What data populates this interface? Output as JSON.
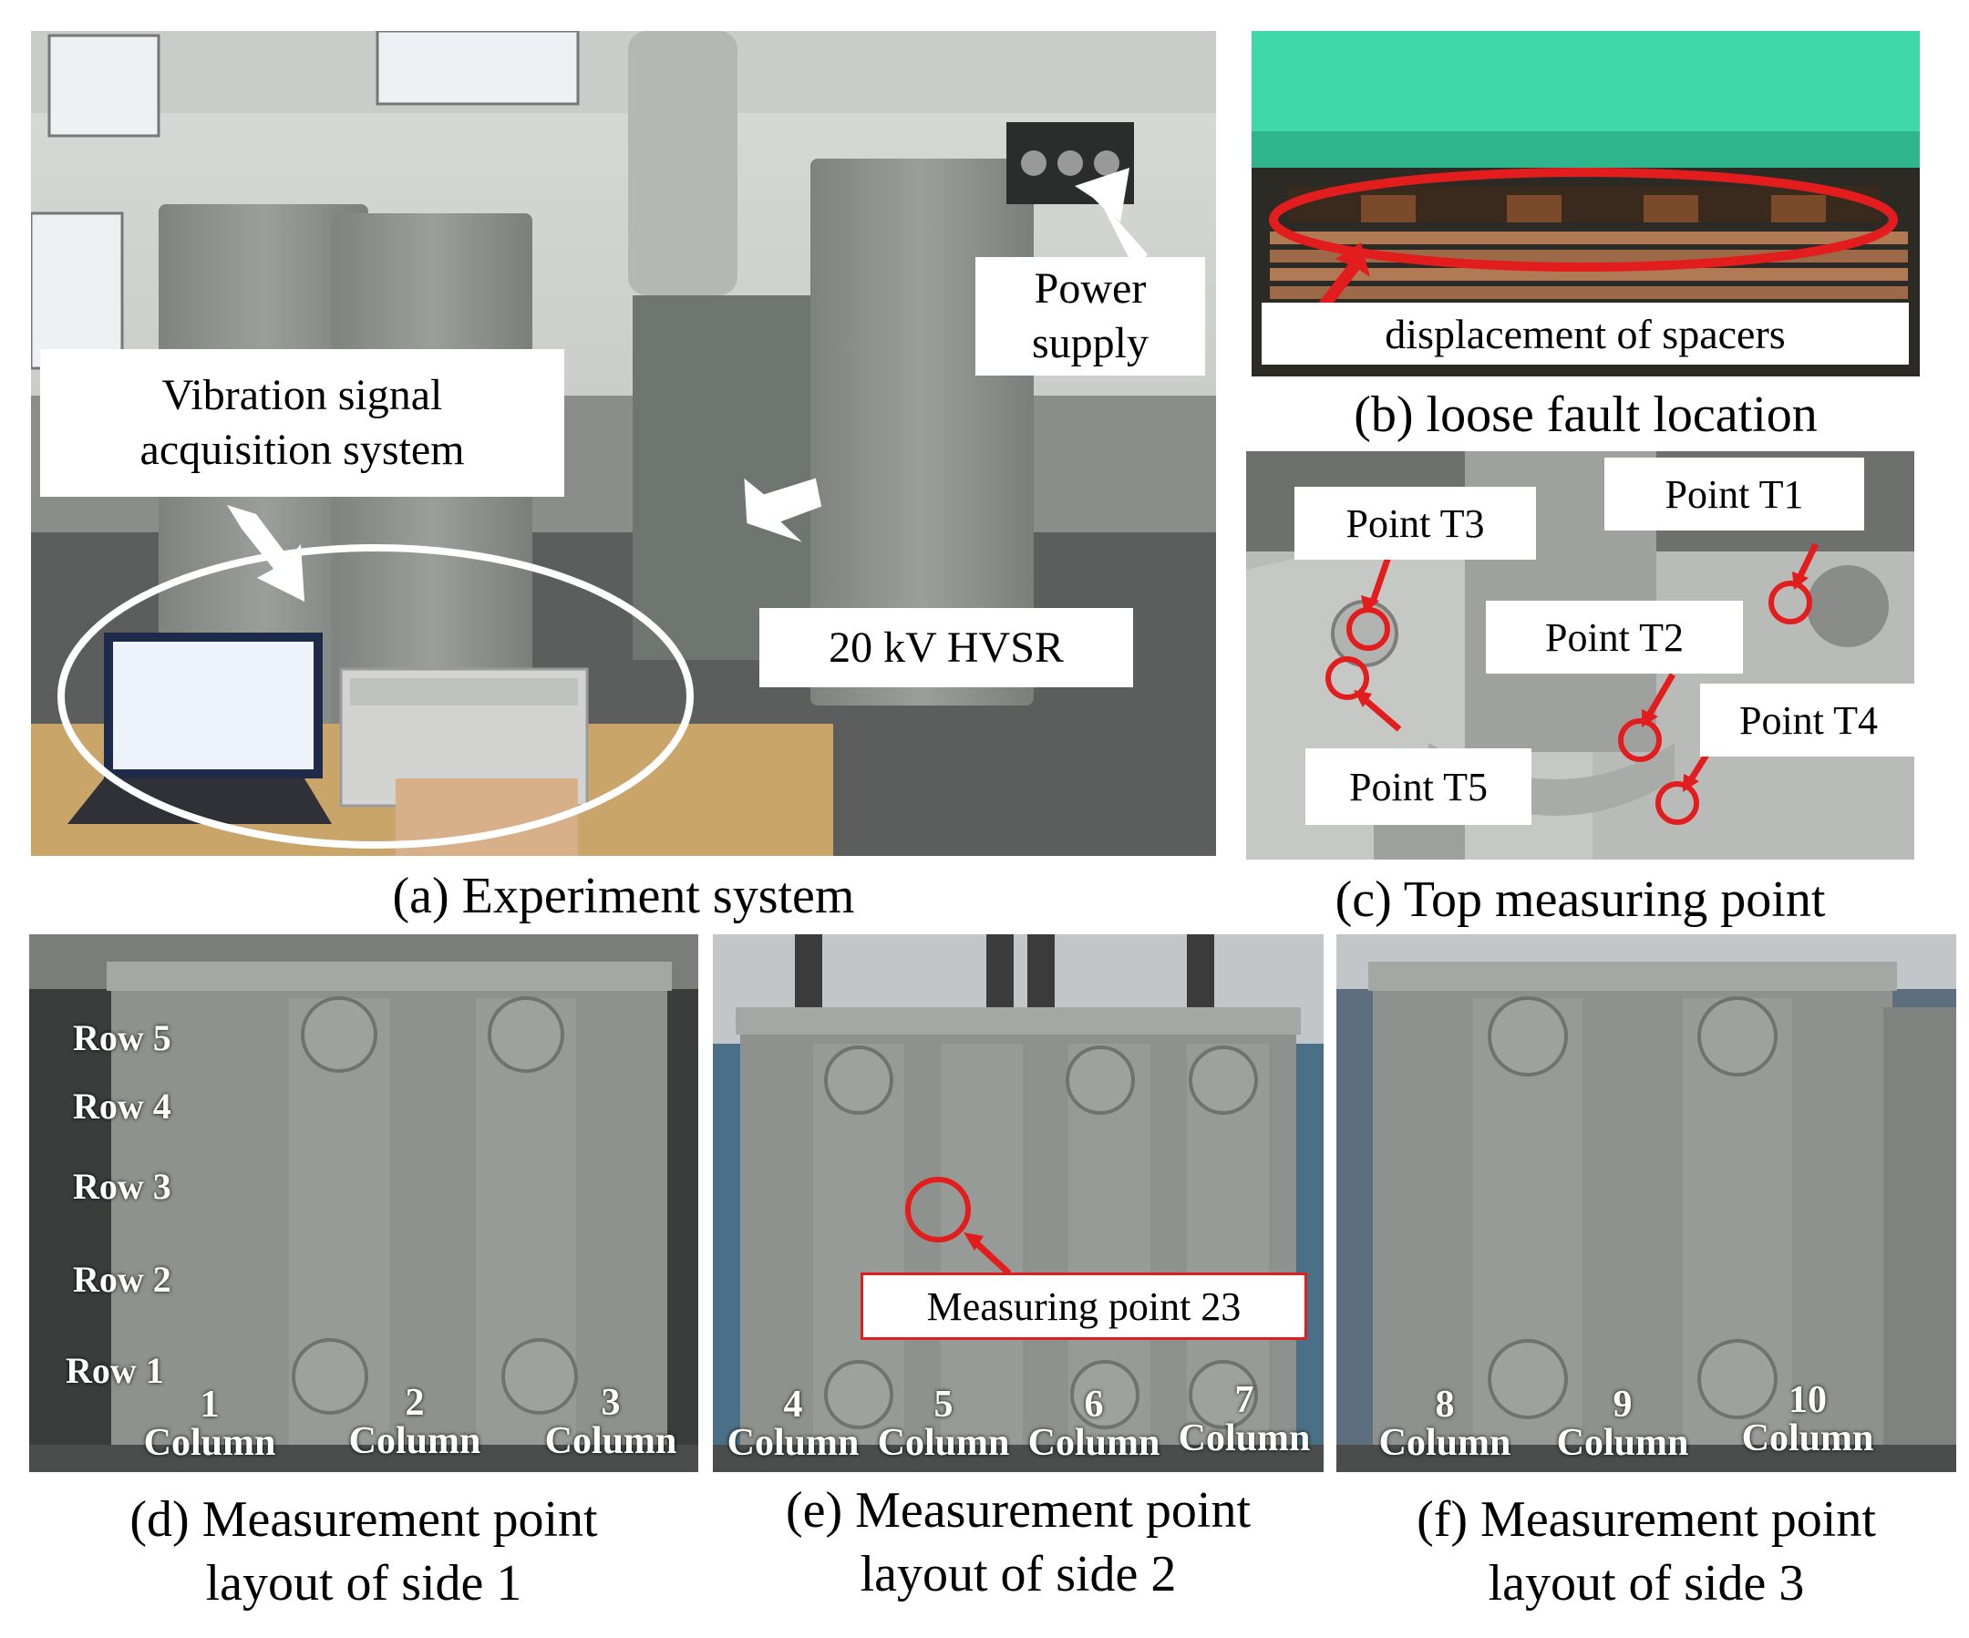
{
  "panel_a": {
    "caption": "(a) Experiment system",
    "label_acquisition": "Vibration signal\nacquisition system",
    "label_power": "Power\nsupply",
    "label_hvsr": "20 kV HVSR"
  },
  "panel_b": {
    "caption": "(b) loose fault location",
    "label_spacers": "displacement of spacers"
  },
  "panel_c": {
    "caption": "(c) Top measuring point",
    "points": [
      "Point T1",
      "Point T2",
      "Point T3",
      "Point T4",
      "Point T5"
    ]
  },
  "panel_d": {
    "caption": "(d) Measurement point\nlayout of side 1",
    "rows": [
      "Row 5",
      "Row 4",
      "Row 3",
      "Row 2",
      "Row 1"
    ],
    "columns": [
      {
        "num": "1",
        "label": "Column"
      },
      {
        "num": "2",
        "label": "Column"
      },
      {
        "num": "3",
        "label": "Column"
      }
    ]
  },
  "panel_e": {
    "caption": "(e) Measurement point\nlayout of side 2",
    "label_measuring": "Measuring point 23",
    "columns": [
      {
        "num": "4",
        "label": "Column"
      },
      {
        "num": "5",
        "label": "Column"
      },
      {
        "num": "6",
        "label": "Column"
      },
      {
        "num": "7",
        "label": "Column"
      }
    ]
  },
  "panel_f": {
    "caption": "(f) Measurement point\nlayout of side 3",
    "columns": [
      {
        "num": "8",
        "label": "Column"
      },
      {
        "num": "9",
        "label": "Column"
      },
      {
        "num": "10",
        "label": "Column"
      }
    ]
  },
  "colors": {
    "highlight_red": "#e31d1d",
    "panel_b_top": "#3fd9a8",
    "tank_gray": "#8e928e"
  }
}
